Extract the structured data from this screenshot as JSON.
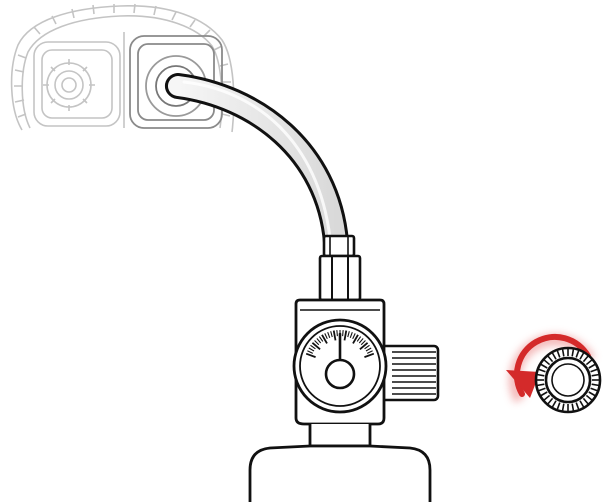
{
  "illustration": {
    "subject": "valve-turn-instruction",
    "components": [
      {
        "name": "wheel-well",
        "icon": "tire-valve-icon"
      },
      {
        "name": "hose",
        "icon": "hose-icon"
      },
      {
        "name": "regulator",
        "icon": "regulator-icon"
      },
      {
        "name": "pressure-gauge",
        "icon": "gauge-icon"
      },
      {
        "name": "control-knob",
        "icon": "knob-icon"
      },
      {
        "name": "cylinder",
        "icon": "cylinder-icon"
      }
    ],
    "rotation_direction": "counterclockwise",
    "gauge_needle_fraction": 0.5
  },
  "colors": {
    "line": "#111111",
    "faded": "#c4c4c4",
    "hose_fill": "#e6e6e6",
    "arrow": "#d42a2a",
    "arrow_glow": "#f3b3b3"
  }
}
